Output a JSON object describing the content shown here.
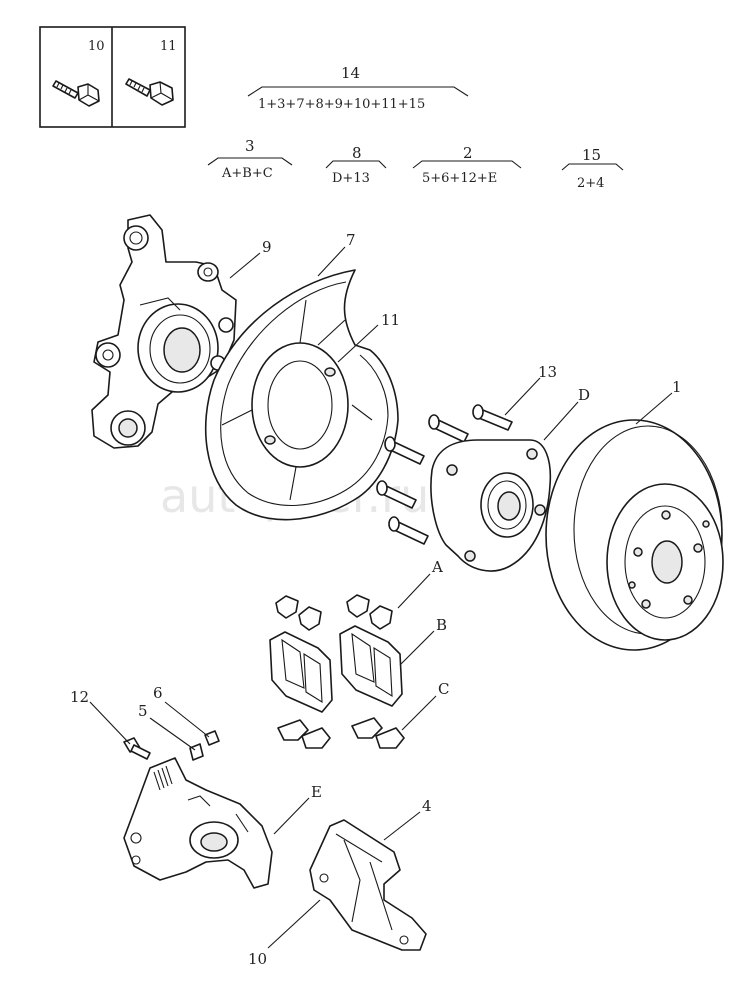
{
  "watermark": "autopiter.ru",
  "inset": {
    "labels": [
      "10",
      "11"
    ]
  },
  "assemblies": [
    {
      "id": "14",
      "formula": "1+3+7+8+9+10+11+15"
    },
    {
      "id": "3",
      "formula": "A+B+C"
    },
    {
      "id": "8",
      "formula": "D+13"
    },
    {
      "id": "2",
      "formula": "5+6+12+E"
    },
    {
      "id": "15",
      "formula": "2+4"
    }
  ],
  "callouts": {
    "knuckle": "9",
    "shield": "7",
    "shield_bolt": "11",
    "hub_bolts": "13",
    "hub": "D",
    "disc": "1",
    "clips": "A",
    "pads": "B",
    "shims": "C",
    "bleeder_cap": "6",
    "bleeder": "5",
    "caliper_bolt": "12",
    "caliper": "E",
    "bracket": "4",
    "bracket_bolt": "10"
  }
}
